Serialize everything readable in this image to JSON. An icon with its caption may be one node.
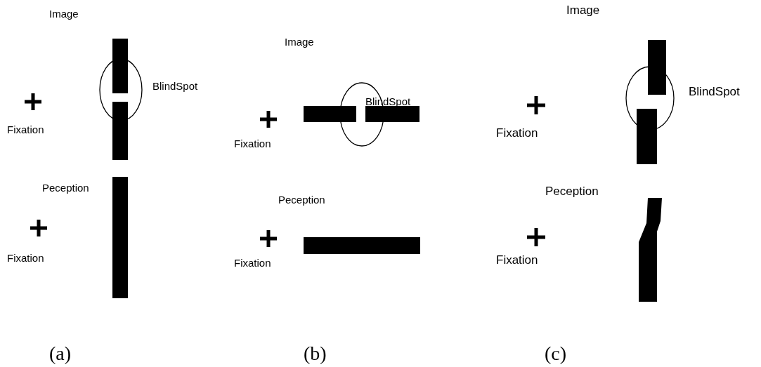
{
  "diagram": {
    "labels": [
      "Image",
      "BlindSpot",
      "Fixation",
      "Peception",
      "Fixation",
      "Image",
      "BlindSpot",
      "Fixation",
      "Peception",
      "Fixation",
      "Image",
      "BlindSpot",
      "Fixation",
      "Peception",
      "Fixation",
      "(a)",
      "(b)",
      "(c)"
    ]
  }
}
